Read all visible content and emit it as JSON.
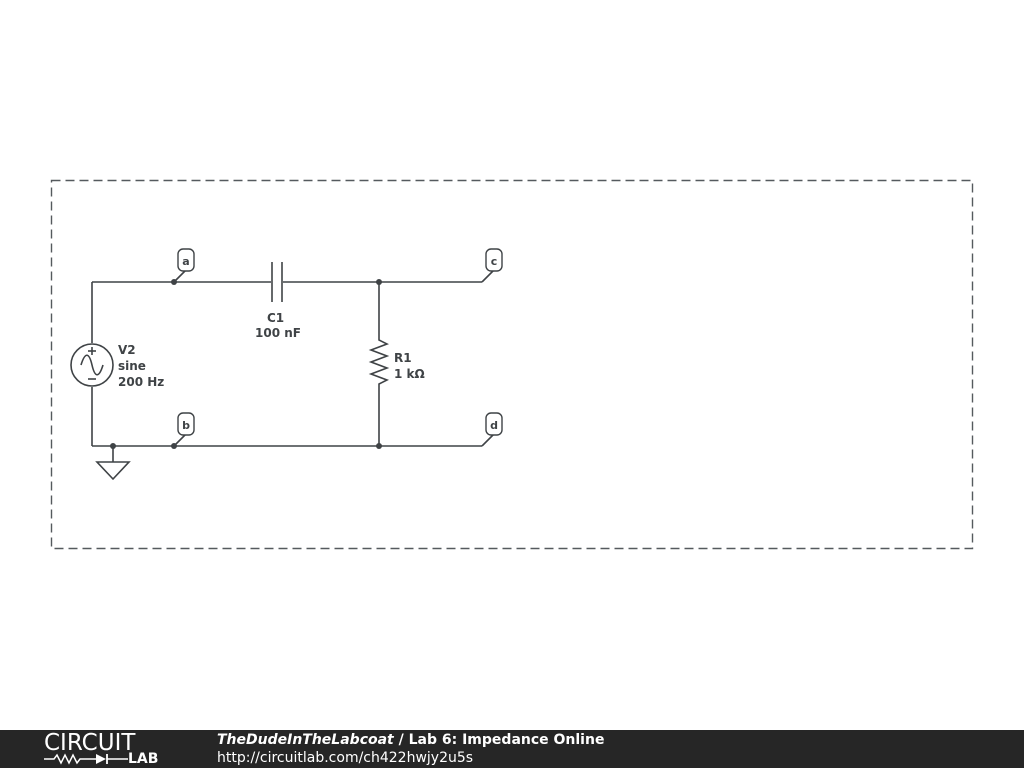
{
  "schematic": {
    "source": {
      "name": "V2",
      "type": "sine",
      "freq": "200 Hz"
    },
    "capacitor": {
      "name": "C1",
      "value": "100 nF"
    },
    "resistor": {
      "name": "R1",
      "value": "1 kΩ"
    },
    "probes": [
      {
        "label": "a"
      },
      {
        "label": "b"
      },
      {
        "label": "c"
      },
      {
        "label": "d"
      }
    ]
  },
  "footer": {
    "logo_top": "CIRCUIT",
    "logo_bottom": "LAB",
    "user": "TheDudeInTheLabcoat",
    "separator": " / ",
    "title": "Lab 6: Impedance Online",
    "url": "http://circuitlab.com/ch422hwjy2u5s"
  },
  "colors": {
    "wire": "#3f4346",
    "footer_bg": "#262626",
    "footer_text": "#ffffff"
  }
}
